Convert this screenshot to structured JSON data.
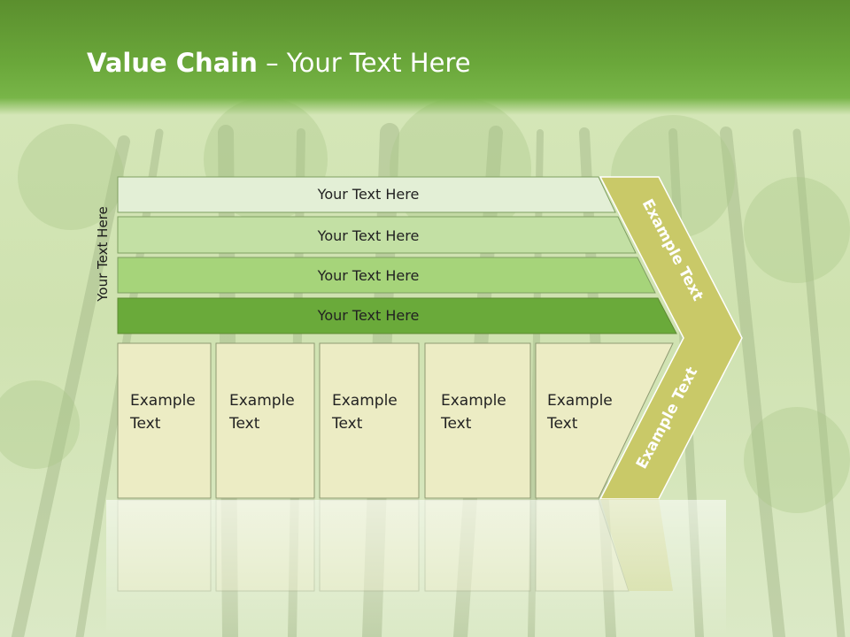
{
  "title": {
    "bold": "Value Chain",
    "rest": " – Your Text Here"
  },
  "side_label": "Your Text Here",
  "bars": [
    {
      "label": "Your Text Here",
      "color": "#e3efd6"
    },
    {
      "label": "Your Text Here",
      "color": "#c3e0a4"
    },
    {
      "label": "Your Text Here",
      "color": "#a6d47a"
    },
    {
      "label": "Your Text Here",
      "color": "#6aaa3a"
    }
  ],
  "boxes": [
    {
      "line1": "Example",
      "line2": "Text"
    },
    {
      "line1": "Example",
      "line2": "Text"
    },
    {
      "line1": "Example",
      "line2": "Text"
    },
    {
      "line1": "Example",
      "line2": "Text"
    },
    {
      "line1": "Example",
      "line2": "Text"
    }
  ],
  "chevron": {
    "top_label": "Example Text",
    "bottom_label": "Example Text",
    "color": "#c9c968"
  },
  "colors": {
    "header": "#6aa73a",
    "box_fill": "#ececc4",
    "box_stroke": "#8f9a72"
  }
}
